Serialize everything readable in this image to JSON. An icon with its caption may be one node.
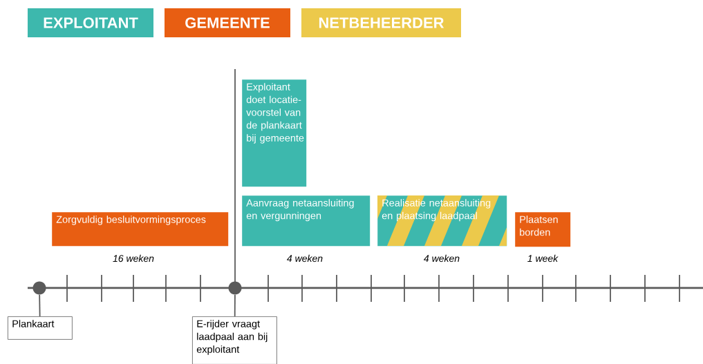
{
  "diagram": {
    "nodes": [
      {
        "text": [
          "Zorgvuldig besluitvormingsproces"
        ],
        "beside": [
          "16 weken"
        ]
      },
      {
        "text": [
          "Exploitant doet locatie-voorstel van de plankaart bij gemeente"
        ]
      },
      {
        "text": [
          "Aanvraag netaansluiting en vergunningen"
        ],
        "beside": [
          "4 weken"
        ]
      },
      {
        "text": [
          "Realisatie netaansluiting en plaatsing laadpaal"
        ],
        "beside": [
          "4 weken"
        ]
      },
      {
        "text": [
          "Plaatsen borden"
        ],
        "beside": [
          "1 week"
        ]
      },
      {
        "text": [
          "Plankaart"
        ]
      },
      {
        "text": [
          "E-rijder vraagt laadpaal aan bij exploitant"
        ]
      },
      {
        "text": [],
        "shape": "circle"
      },
      {
        "text": [],
        "shape": "circle"
      }
    ],
    "edges": [
      {
        "from": 7,
        "to": 5,
        "arrow": "none"
      },
      {
        "from": 8,
        "to": 6,
        "arrow": "none"
      }
    ],
    "legend": [
      {
        "text": "EXPLOITANT",
        "color": "#3db8ad"
      },
      {
        "text": "GEMEENTE",
        "color": "#e85e12"
      },
      {
        "text": "NETBEHEERDER",
        "color": "#ecc94b"
      }
    ]
  }
}
